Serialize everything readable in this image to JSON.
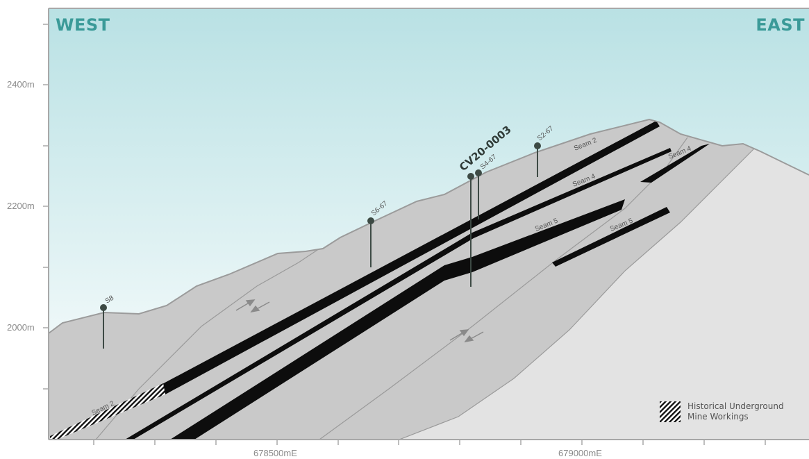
{
  "labels": {
    "west": "WEST",
    "east": "EAST"
  },
  "y_axis": {
    "labels": [
      "2400m",
      "2200m",
      "2000m"
    ]
  },
  "x_axis": {
    "labels": [
      "678500mE",
      "679000mE"
    ]
  },
  "seams": {
    "seam2": "Seam 2",
    "seam4": "Seam 4",
    "seam5": "Seam 5",
    "seam2_west": "Seam 2",
    "seam4_east": "Seam 4",
    "seam5_east": "Seam 5"
  },
  "drillholes": {
    "s8": "S8",
    "s6_67": "S6-67",
    "cv20_0003": "CV20-0003",
    "s4_67": "S4-67",
    "s2_67": "S2-67"
  },
  "legend": {
    "line1": "Historical Underground",
    "line2": "Mine Workings"
  },
  "colors": {
    "sky_top": "#b9e1e4",
    "sky_bottom": "#ffffff",
    "ground": "#c9c9c9",
    "ground_east": "#e3e3e3",
    "seam": "#0d0d0d",
    "accent": "#3a9a98",
    "drillhole": "#3d4a44"
  }
}
